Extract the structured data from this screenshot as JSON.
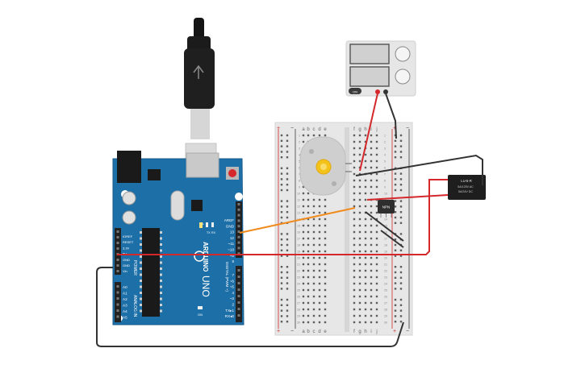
{
  "power_supply": {
    "buttons": [
      "ON"
    ]
  },
  "arduino": {
    "brand": "ARDUINO",
    "model": "UNO",
    "power_label": "POWER",
    "analog_label": "ANALOG IN",
    "digital_label": "DIGITAL (PWM ~)",
    "left_pins": [
      "IOREF",
      "RESET",
      "3.3V",
      "5V",
      "GND",
      "GND",
      "Vin"
    ],
    "analog_pins": [
      "A0",
      "A1",
      "A2",
      "A3",
      "A4",
      "A5"
    ],
    "top_pins": [
      "AREF",
      "GND",
      "13",
      "12",
      "~11",
      "~10",
      "~9",
      "8"
    ],
    "mid_pins": [
      "7",
      "~6",
      "~5",
      "4",
      "~3",
      "2",
      "TX▸1",
      "RX◂0"
    ],
    "led_l": "L",
    "led_tx": "TX",
    "led_rx": "RX",
    "led_on": "ON"
  },
  "breadboard": {
    "columns_left": [
      "a",
      "b",
      "c",
      "d",
      "e"
    ],
    "columns_right": [
      "f",
      "g",
      "h",
      "i",
      "j"
    ],
    "rows": [
      "1",
      "2",
      "3",
      "4",
      "5",
      "6",
      "7",
      "8",
      "9",
      "10",
      "11",
      "12",
      "13",
      "14",
      "15",
      "16",
      "17",
      "18",
      "19",
      "20",
      "21",
      "22",
      "23",
      "24",
      "25",
      "26",
      "27",
      "28",
      "29",
      "30"
    ],
    "rail_plus": "+",
    "rail_minus": "−"
  },
  "transistor": {
    "label": "NPN"
  },
  "relay": {
    "line1": "LU-5-R",
    "line2": "5A/125V AC",
    "line3": "5A/24V DC"
  },
  "colors": {
    "wire_red": "#d4282b",
    "wire_black": "#333333",
    "wire_orange": "#f08c1e",
    "board_blue": "#1d6fa8",
    "breadboard": "#e7e7e7"
  }
}
